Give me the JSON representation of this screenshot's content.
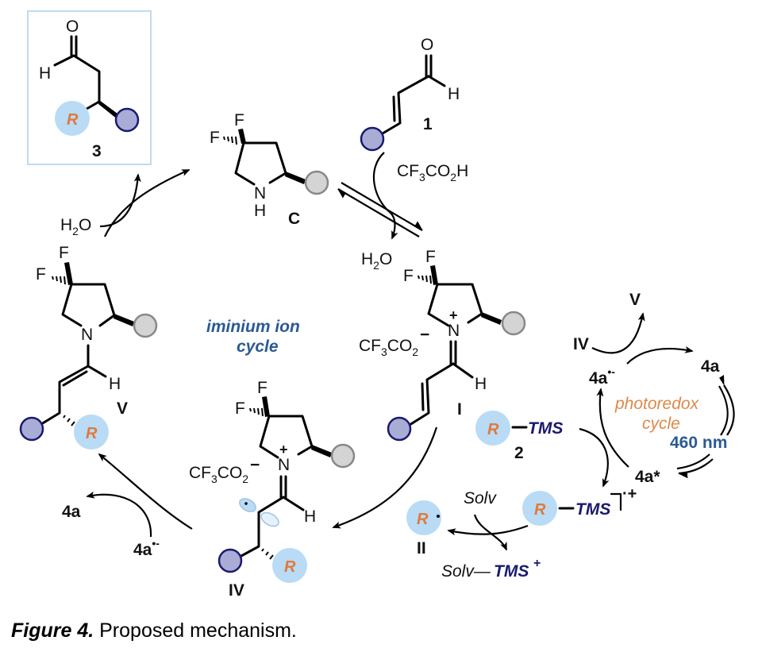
{
  "figure": {
    "caption_label": "Figure 4.",
    "caption_text": " Proposed mechanism."
  },
  "cycles": {
    "iminium_line1": "iminium ion",
    "iminium_line2": "cycle",
    "photoredox_line1": "photoredox",
    "photoredox_line2": "cycle",
    "light": "460 nm"
  },
  "compounds": {
    "product_3": {
      "label": "3",
      "R": "R",
      "O": "O",
      "H": "H"
    },
    "catalyst_C": {
      "label": "C",
      "F1": "F",
      "F2": "F",
      "N": "N",
      "H": "H"
    },
    "aldehyde_1": {
      "label": "1",
      "O": "O",
      "H": "H"
    },
    "iminium_I": {
      "label": "I",
      "F1": "F",
      "F2": "F",
      "N": "N",
      "plus": "+",
      "H": "H",
      "counterion": "CF3CO2",
      "minus": "−"
    },
    "radical_II": {
      "label": "II",
      "R": "R"
    },
    "radical_iminium_IV": {
      "label": "IV",
      "F1": "F",
      "F2": "F",
      "N": "N",
      "plus": "+",
      "H": "H",
      "R": "R",
      "counterion": "CF3CO2",
      "minus": "−"
    },
    "enamine_V": {
      "label": "V",
      "F1": "F",
      "F2": "F",
      "N": "N",
      "H": "H",
      "R": "R"
    },
    "silane_2": {
      "label": "2",
      "R": "R",
      "tms": "TMS"
    },
    "radical_cation": {
      "R": "R",
      "tms": "TMS",
      "charge": "·+"
    }
  },
  "reagents": {
    "acid": "CF3CO2H",
    "water_top": "H2O",
    "water_left": "H2O",
    "solv": "Solv",
    "solv_tms_prefix": "Solv—",
    "solv_tms": "TMS",
    "solv_tms_charge": "+"
  },
  "photocatalyst": {
    "ground": "4a",
    "excited": "4a*",
    "reduced": "4a•−",
    "reduced_left": "4a•−",
    "ground_left": "4a",
    "oxidant_in": "IV",
    "product_out": "V"
  },
  "colors": {
    "r_group_fill": "#b9dbf5",
    "r_text": "#e07a3a",
    "substituent_ball": "#a9add6",
    "catalyst_ball": "#d4d4d4",
    "iminium_cycle_text": "#2a5a94",
    "photoredox_text": "#e08848",
    "light_text": "#2a5a94",
    "tms_text": "#1a1a6e",
    "box_border": "#bcd6ee"
  }
}
